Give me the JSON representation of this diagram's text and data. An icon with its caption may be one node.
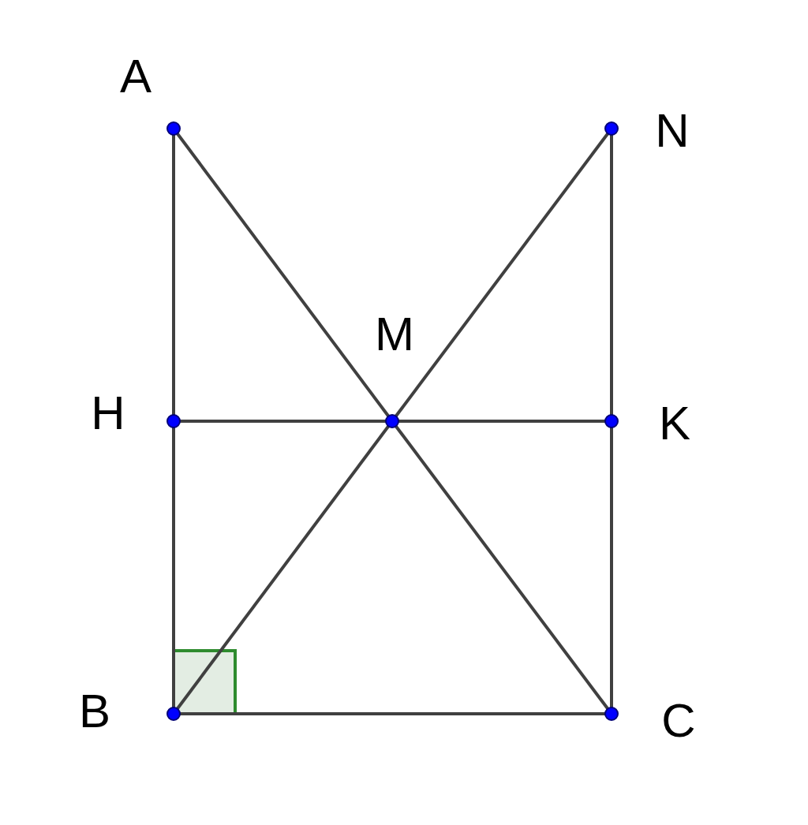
{
  "diagram": {
    "nodes": [
      {
        "text": [
          "A"
        ]
      },
      {
        "text": [
          "N"
        ]
      },
      {
        "text": [
          "M"
        ]
      },
      {
        "text": [
          "H"
        ]
      },
      {
        "text": [
          "K"
        ]
      },
      {
        "text": [
          "B"
        ]
      },
      {
        "text": [
          "C"
        ]
      }
    ],
    "edges": [
      {
        "from": 0,
        "to": 3,
        "arrow": "none"
      },
      {
        "from": 3,
        "to": 5,
        "arrow": "none"
      },
      {
        "from": 0,
        "to": 2,
        "arrow": "none"
      },
      {
        "from": 2,
        "to": 6,
        "arrow": "none"
      },
      {
        "from": 1,
        "to": 2,
        "arrow": "none"
      },
      {
        "from": 2,
        "to": 5,
        "arrow": "none"
      },
      {
        "from": 1,
        "to": 4,
        "arrow": "none"
      },
      {
        "from": 4,
        "to": 6,
        "arrow": "none"
      },
      {
        "from": 3,
        "to": 2,
        "arrow": "none"
      },
      {
        "from": 2,
        "to": 4,
        "arrow": "none"
      },
      {
        "from": 5,
        "to": 6,
        "arrow": "none"
      }
    ]
  }
}
